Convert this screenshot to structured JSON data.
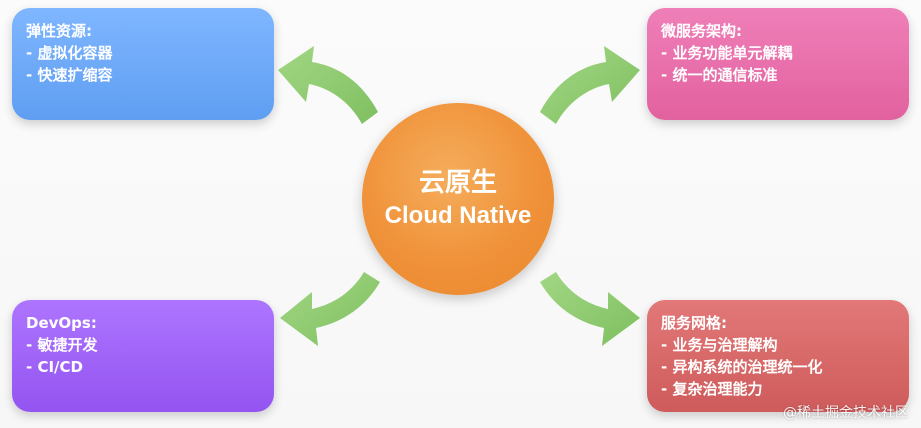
{
  "colors": {
    "top_left_box": "#6aa8f7",
    "top_right_box": "#e86aa8",
    "bottom_left_box": "#a064f8",
    "bottom_right_box": "#d96767",
    "center_circle": "#f0923a",
    "arrow": "#8dc96e"
  },
  "center": {
    "label_cn": "云原生",
    "label_en": "Cloud Native"
  },
  "top_left": {
    "title": "弹性资源:",
    "items": [
      "虚拟化容器",
      "快速扩缩容"
    ]
  },
  "top_right": {
    "title": "微服务架构:",
    "items": [
      "业务功能单元解耦",
      "统一的通信标准"
    ]
  },
  "bottom_left": {
    "title": "DevOps:",
    "items": [
      "敏捷开发",
      "CI/CD"
    ]
  },
  "bottom_right": {
    "title": "服务网格:",
    "items": [
      "业务与治理解构",
      "异构系统的治理统一化",
      "复杂治理能力"
    ]
  },
  "watermark": "@稀土掘金技术社区"
}
